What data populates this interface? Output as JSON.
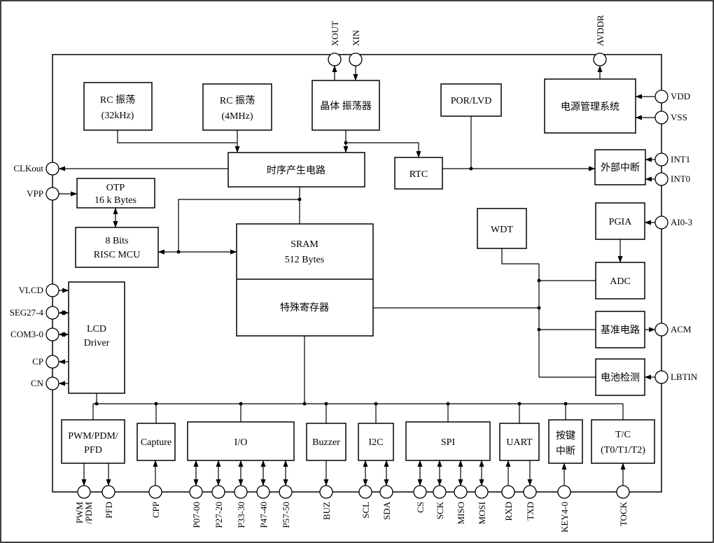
{
  "colors": {
    "background": "#ffffff",
    "line": "#000000",
    "block_fill": "#ffffff"
  },
  "blocks": {
    "rc32k": {
      "lines": [
        "RC 振荡",
        "(32kHz)"
      ]
    },
    "rc4m": {
      "lines": [
        "RC 振荡",
        "(4MHz)"
      ]
    },
    "crystal": {
      "lines": [
        "晶体 振荡器"
      ]
    },
    "por_lvd": {
      "lines": [
        "POR/LVD"
      ]
    },
    "power_mgmt": {
      "lines": [
        "电源管理系统"
      ]
    },
    "timing": {
      "lines": [
        "时序产生电路"
      ]
    },
    "rtc": {
      "lines": [
        "RTC"
      ]
    },
    "ext_int": {
      "lines": [
        "外部中断"
      ]
    },
    "otp": {
      "lines": [
        "OTP",
        "16 k Bytes"
      ]
    },
    "mcu": {
      "lines": [
        "8 Bits",
        "RISC MCU"
      ]
    },
    "sram": {
      "lines": [
        "SRAM",
        "512 Bytes"
      ]
    },
    "sfr": {
      "lines": [
        "特殊寄存器"
      ]
    },
    "wdt": {
      "lines": [
        "WDT"
      ]
    },
    "pgia": {
      "lines": [
        "PGIA"
      ]
    },
    "adc": {
      "lines": [
        "ADC"
      ]
    },
    "vref": {
      "lines": [
        "基准电路"
      ]
    },
    "battery": {
      "lines": [
        "电池检测"
      ]
    },
    "lcd": {
      "lines": [
        "LCD",
        "Driver"
      ]
    },
    "pwm": {
      "lines": [
        "PWM/PDM/",
        "PFD"
      ]
    },
    "capture": {
      "lines": [
        "Capture"
      ]
    },
    "io": {
      "lines": [
        "I/O"
      ]
    },
    "buzzer": {
      "lines": [
        "Buzzer"
      ]
    },
    "i2c": {
      "lines": [
        "I2C"
      ]
    },
    "spi": {
      "lines": [
        "SPI"
      ]
    },
    "uart": {
      "lines": [
        "UART"
      ]
    },
    "key_int": {
      "lines": [
        "按键",
        "中断"
      ]
    },
    "tc": {
      "lines": [
        "T/C",
        "(T0/T1/T2)"
      ]
    }
  },
  "pins": {
    "top": [
      {
        "label": "XOUT"
      },
      {
        "label": "XIN"
      },
      {
        "label": "AVDDR"
      }
    ],
    "left": [
      {
        "label": "CLKout"
      },
      {
        "label": "VPP"
      },
      {
        "label": "VLCD"
      },
      {
        "label": "SEG27-4"
      },
      {
        "label": "COM3-0"
      },
      {
        "label": "CP"
      },
      {
        "label": "CN"
      }
    ],
    "right": [
      {
        "label": "VDD"
      },
      {
        "label": "VSS"
      },
      {
        "label": "INT1"
      },
      {
        "label": "INT0"
      },
      {
        "label": "AI0-3"
      },
      {
        "label": "ACM"
      },
      {
        "label": "LBTIN"
      }
    ],
    "bottom": [
      {
        "lines": [
          "PWM",
          "/PDM"
        ]
      },
      {
        "lines": [
          "PFD"
        ]
      },
      {
        "lines": [
          "CPP"
        ]
      },
      {
        "lines": [
          "P07-00"
        ]
      },
      {
        "lines": [
          "P27-20"
        ]
      },
      {
        "lines": [
          "P33-30"
        ]
      },
      {
        "lines": [
          "P47-40"
        ]
      },
      {
        "lines": [
          "P57-50"
        ]
      },
      {
        "lines": [
          "BUZ"
        ]
      },
      {
        "lines": [
          "SCL"
        ]
      },
      {
        "lines": [
          "SDA"
        ]
      },
      {
        "lines": [
          "CS"
        ]
      },
      {
        "lines": [
          "SCK"
        ]
      },
      {
        "lines": [
          "MISO"
        ]
      },
      {
        "lines": [
          "MOSI"
        ]
      },
      {
        "lines": [
          "RXD"
        ]
      },
      {
        "lines": [
          "TXD"
        ]
      },
      {
        "lines": [
          "KEY4-0"
        ]
      },
      {
        "lines": [
          "TOCK"
        ]
      }
    ]
  }
}
